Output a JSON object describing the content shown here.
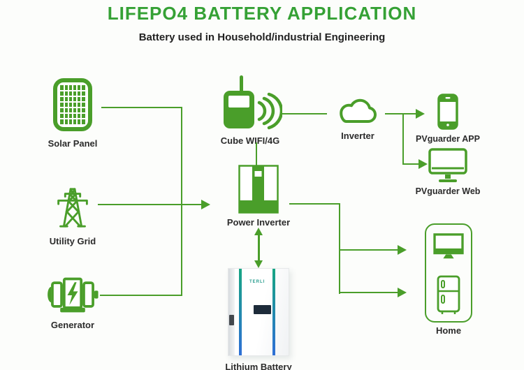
{
  "header": {
    "title": "LIFEPO4 BATTERY APPLICATION",
    "subtitle": "Battery used in Household/industrial Engineering"
  },
  "colors": {
    "icon_green": "#4a9e2a",
    "title_green": "#35a135",
    "label_color": "#2b2b2b",
    "battery_stripe_top": "#17a583",
    "battery_stripe_bottom": "#2e6fd6",
    "battery_screen": "#1d2b3a"
  },
  "nodes": {
    "solar_panel": {
      "label": "Solar Panel"
    },
    "utility_grid": {
      "label": "Utility Grid"
    },
    "generator": {
      "label": "Generator"
    },
    "cube_wifi": {
      "label": "Cube WIFI/4G"
    },
    "inverter_cloud": {
      "label": "Inverter"
    },
    "pvguarder_app": {
      "label": "PVguarder APP"
    },
    "pvguarder_web": {
      "label": "PVguarder Web"
    },
    "power_inverter": {
      "label": "Power Inverter"
    },
    "lithium_battery": {
      "label": "Lithium Battery",
      "brand": "TERLI"
    },
    "home": {
      "label": "Home"
    }
  }
}
